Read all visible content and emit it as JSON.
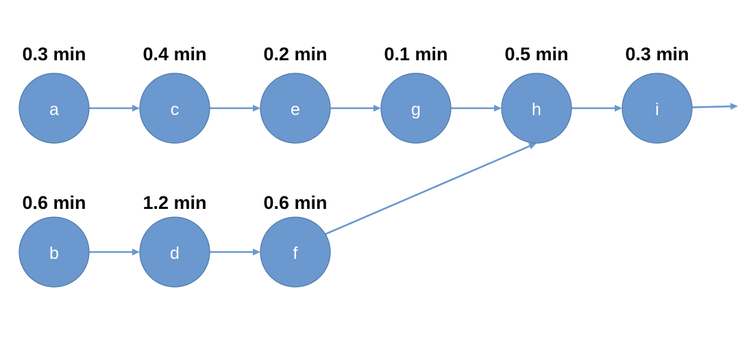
{
  "diagram": {
    "nodes": [
      {
        "id": "a",
        "label": "a",
        "time": "0.3 min"
      },
      {
        "id": "c",
        "label": "c",
        "time": "0.4 min"
      },
      {
        "id": "e",
        "label": "e",
        "time": "0.2 min"
      },
      {
        "id": "g",
        "label": "g",
        "time": "0.1 min"
      },
      {
        "id": "h",
        "label": "h",
        "time": "0.5 min"
      },
      {
        "id": "i",
        "label": "i",
        "time": "0.3 min"
      },
      {
        "id": "b",
        "label": "b",
        "time": "0.6 min"
      },
      {
        "id": "d",
        "label": "d",
        "time": "1.2 min"
      },
      {
        "id": "f",
        "label": "f",
        "time": "0.6 min"
      }
    ],
    "edges": [
      {
        "from": "a",
        "to": "c"
      },
      {
        "from": "c",
        "to": "e"
      },
      {
        "from": "e",
        "to": "g"
      },
      {
        "from": "g",
        "to": "h"
      },
      {
        "from": "h",
        "to": "i"
      },
      {
        "from": "i",
        "to": "exit"
      },
      {
        "from": "b",
        "to": "d"
      },
      {
        "from": "d",
        "to": "f"
      },
      {
        "from": "f",
        "to": "h"
      }
    ],
    "colors": {
      "node_fill": "#6a98cf",
      "node_stroke": "#4f78a8",
      "edge": "#6a98cf",
      "node_text": "#ffffff",
      "time_text": "#000000"
    }
  }
}
